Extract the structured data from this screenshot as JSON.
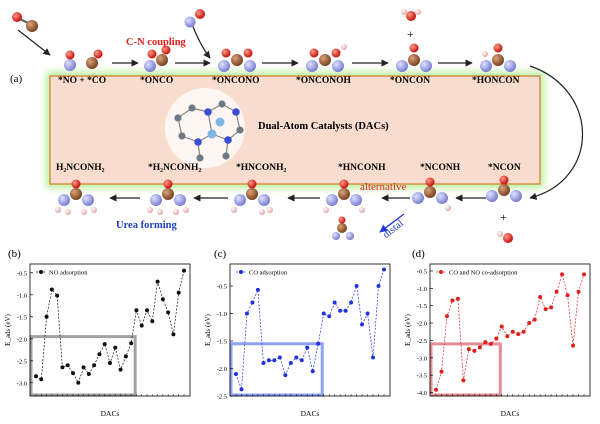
{
  "panel_labels": {
    "a": "(a)",
    "b": "(b)",
    "c": "(c)",
    "d": "(d)"
  },
  "steps_top": [
    "*NO + *CO",
    "*ONCO",
    "*ONCONO",
    "*ONCONOH",
    "*ONCON",
    "*HONCON"
  ],
  "steps_bottom": [
    "H₂NCONH₂",
    "*H₂NCONH₂",
    "*HNCONH₂",
    "*HNCONH",
    "*NCONH",
    "*NCON"
  ],
  "annotations": {
    "cn_coupling": "C-N coupling",
    "center_title": "Dual-Atom Catalysts (DACs)",
    "alternative": "alternative",
    "distal": "distal",
    "urea_forming": "Urea forming",
    "plus": "+"
  },
  "colors": {
    "red": "#e0201b",
    "blue": "#2233dd",
    "black": "#111111",
    "panel_bg": "#f8dccd",
    "glow": "#b8f09a"
  },
  "chart_data": [
    {
      "type": "line",
      "legend": "NO adsorption",
      "color": "#111111",
      "xlabel": "DACs",
      "ylabel": "E_ads (eV)",
      "ylim": [
        -3.3,
        -0.3
      ],
      "yticks": [
        -3.0,
        -2.5,
        -2.0,
        -1.5,
        -1.0,
        -0.5
      ],
      "values": [
        -2.85,
        -2.92,
        -1.5,
        -0.88,
        -1.02,
        -2.65,
        -2.6,
        -2.78,
        -3.0,
        -2.65,
        -2.8,
        -2.6,
        -2.35,
        -2.12,
        -2.55,
        -2.2,
        -2.7,
        -2.4,
        -2.1,
        -1.35,
        -1.7,
        -1.35,
        -1.6,
        -0.7,
        -1.1,
        -1.4,
        -1.9,
        -0.95,
        -0.45
      ]
    },
    {
      "type": "line",
      "legend": "CO adsorption",
      "color": "#2233dd",
      "xlabel": "DACs",
      "ylabel": "E_ads (eV)",
      "ylim": [
        -2.5,
        -0.1
      ],
      "yticks": [
        -2.5,
        -2.0,
        -1.5,
        -1.0,
        -0.5
      ],
      "values": [
        -2.1,
        -2.38,
        -1.0,
        -0.8,
        -0.57,
        -1.9,
        -1.85,
        -1.85,
        -1.8,
        -2.12,
        -1.9,
        -1.8,
        -1.85,
        -1.62,
        -2.05,
        -1.55,
        -1.0,
        -1.05,
        -0.8,
        -0.95,
        -0.95,
        -0.8,
        -0.5,
        -1.2,
        -1.0,
        -1.8,
        -0.5,
        -0.2
      ]
    },
    {
      "type": "line",
      "legend": "CO and NO co-adsorption",
      "color": "#e0201b",
      "xlabel": "DACs",
      "ylabel": "E_ads (eV)",
      "ylim": [
        -4.1,
        -0.3
      ],
      "yticks": [
        -4.0,
        -3.5,
        -3.0,
        -2.5,
        -2.0,
        -1.5,
        -1.0,
        -0.5
      ],
      "values": [
        -3.92,
        -3.4,
        -1.8,
        -1.35,
        -1.3,
        -3.65,
        -2.75,
        -2.8,
        -2.7,
        -2.55,
        -2.6,
        -2.45,
        -2.1,
        -2.38,
        -2.25,
        -2.32,
        -2.25,
        -2.0,
        -1.9,
        -1.25,
        -1.6,
        -1.55,
        -1.1,
        -0.6,
        -1.2,
        -2.65,
        -1.1,
        -0.6
      ]
    }
  ]
}
